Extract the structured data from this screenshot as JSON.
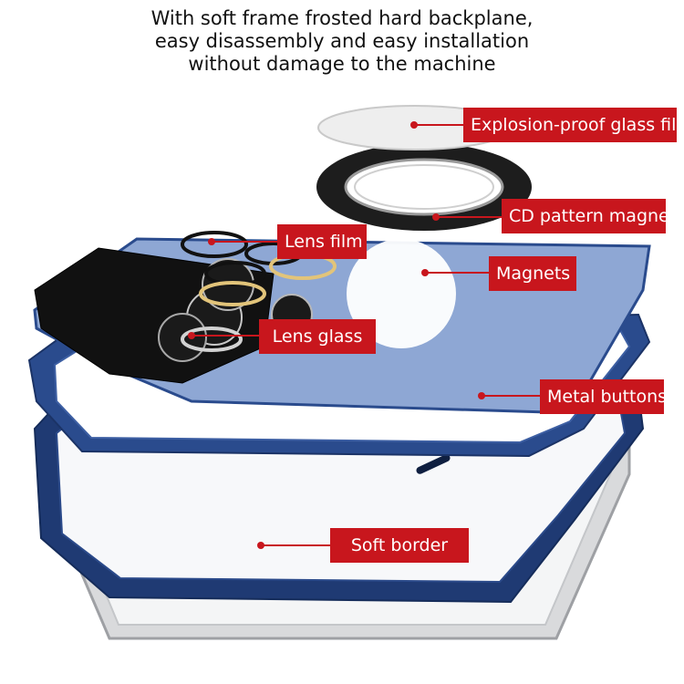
{
  "headline": [
    "With soft frame frosted hard backplane,",
    "easy disassembly and easy installation",
    "without damage to the machine"
  ],
  "callouts": {
    "explosion_proof_film": "Explosion-proof glass film",
    "cd_pattern_magnet": "CD pattern magnet",
    "lens_film": "Lens film",
    "magnets": "Magnets",
    "lens_glass": "Lens glass",
    "metal_buttons": "Metal buttons",
    "soft_border": "Soft border"
  },
  "colors": {
    "callout_red": "#c8161d",
    "case_blue": "#1f3a73",
    "backplane_blue": "#8ea7d4",
    "frame_silver": "#d9dadc"
  }
}
